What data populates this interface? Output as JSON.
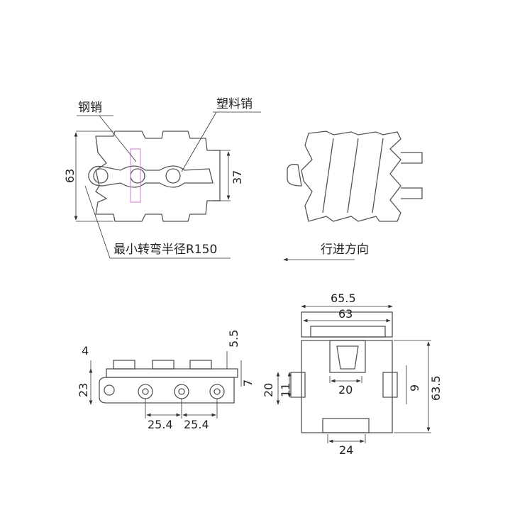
{
  "top_left": {
    "steel_pin_label": "钢销",
    "plastic_pin_label": "塑料销",
    "height_dim": "63",
    "inner_dim": "37",
    "min_radius_label": "最小转弯半径R150"
  },
  "top_right": {
    "direction_label": "行进方向"
  },
  "bottom_left": {
    "dim_4": "4",
    "dim_5_5": "5.5",
    "dim_23": "23",
    "dim_7": "7",
    "pitch_1": "25.4",
    "pitch_2": "25.4"
  },
  "bottom_right": {
    "width_outer": "65.5",
    "width_inner": "63",
    "dim_20_left": "20",
    "dim_11": "11",
    "dim_20_center": "20",
    "dim_9": "9",
    "height": "63.5",
    "dim_24": "24"
  },
  "colors": {
    "line": "#555555",
    "pin": "#d47ad4"
  }
}
